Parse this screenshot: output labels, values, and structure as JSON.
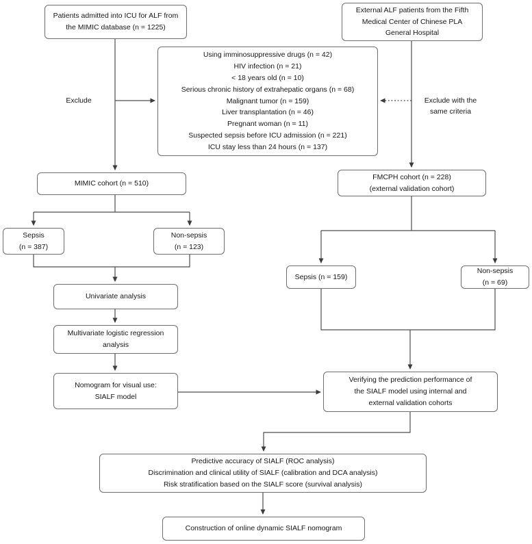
{
  "figure": {
    "type": "flowchart",
    "colors": {
      "line": "#4d4d4d",
      "box_border": "#6e6e6e",
      "box_fill": "#ffffff",
      "text": "#161616",
      "background": "#ffffff"
    },
    "boxes": {
      "mimic_source": {
        "lines": [
          "Patients admitted into ICU for ALF from",
          "the MIMIC database (n = 1225)"
        ]
      },
      "external_source": {
        "lines": [
          "External ALF patients from the Fifth",
          "Medical Center of Chinese PLA",
          "General Hospital"
        ]
      },
      "exclusion_criteria": {
        "lines": [
          "Using imminosuppressive drugs (n = 42)",
          "HIV infection (n = 21)",
          "< 18 years old (n = 10)",
          "Serious chronic history of extrahepatic organs (n = 68)",
          "Malignant tumor (n = 159)",
          "Liver transplantation (n = 46)",
          "Pregnant woman (n = 11)",
          "Suspected sepsis before ICU admission (n = 221)",
          "ICU stay less than 24 hours (n = 137)"
        ]
      },
      "mimic_cohort": {
        "lines": [
          "MIMIC cohort (n = 510)"
        ]
      },
      "fmcph_cohort": {
        "lines": [
          "FMCPH cohort (n = 228)",
          "(external validation cohort)"
        ]
      },
      "sepsis_mimic": {
        "lines": [
          "Sepsis",
          "(n = 387)"
        ]
      },
      "nonsepsis_mimic": {
        "lines": [
          "Non-sepsis",
          "(n = 123)"
        ]
      },
      "univariate": {
        "lines": [
          "Univariate analysis"
        ]
      },
      "multivariate": {
        "lines": [
          "Multivariate logistic regression",
          "analysis"
        ]
      },
      "nomogram": {
        "lines": [
          "Nomogram for visual use:",
          "SIALF model"
        ]
      },
      "sepsis_fmcph": {
        "lines": [
          "Sepsis (n = 159)"
        ]
      },
      "nonsepsis_fmcph": {
        "lines": [
          "Non-sepsis",
          "(n = 69)"
        ]
      },
      "verifying": {
        "lines": [
          "Verifying the prediction performance of",
          "the SIALF model using internal and",
          "external validation cohorts"
        ]
      },
      "outcomes": {
        "lines": [
          "Predictive accuracy of SIALF (ROC analysis)",
          "Discrimination and clinical utility of SIALF (calibration and DCA analysis)",
          "Risk stratification based on the SIALF score (survival analysis)"
        ]
      },
      "construction": {
        "lines": [
          "Construction of online dynamic SIALF nomogram"
        ]
      }
    },
    "labels": {
      "exclude": "Exclude",
      "exclude_same": {
        "lines": [
          "Exclude with the",
          "same criteria"
        ]
      }
    }
  }
}
